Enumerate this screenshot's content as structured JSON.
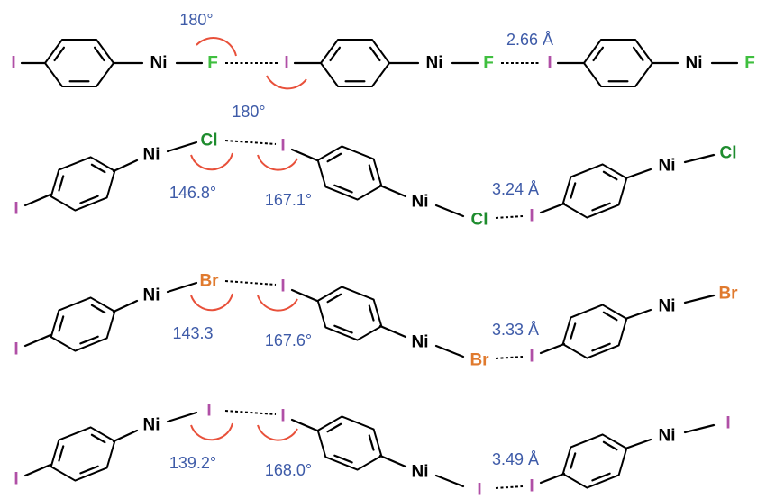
{
  "colors": {
    "iodine": "#b04fa6",
    "fluorine": "#3fbf3f",
    "chlorine": "#1e8c2e",
    "bromine": "#e07a2e",
    "nickel": "#000000",
    "bond": "#000000",
    "angle_arc": "#e8503a",
    "label": "#3e5ba8"
  },
  "atoms": {
    "iodine": "I",
    "fluorine": "F",
    "chlorine": "Cl",
    "bromine": "Br",
    "nickel": "Ni"
  },
  "rows": [
    {
      "halide": "F",
      "angle_ni_x_i": "180°",
      "angle_c_i_x": "180°",
      "distance": "2.66 Å"
    },
    {
      "halide": "Cl",
      "angle_ni_x_i": "146.8°",
      "angle_c_i_x": "167.1°",
      "distance": "3.24 Å"
    },
    {
      "halide": "Br",
      "angle_ni_x_i": "143.3",
      "angle_c_i_x": "167.6°",
      "distance": "3.33 Å"
    },
    {
      "halide": "I",
      "angle_ni_x_i": "139.2°",
      "angle_c_i_x": "168.0°",
      "distance": "3.49 Å"
    }
  ]
}
